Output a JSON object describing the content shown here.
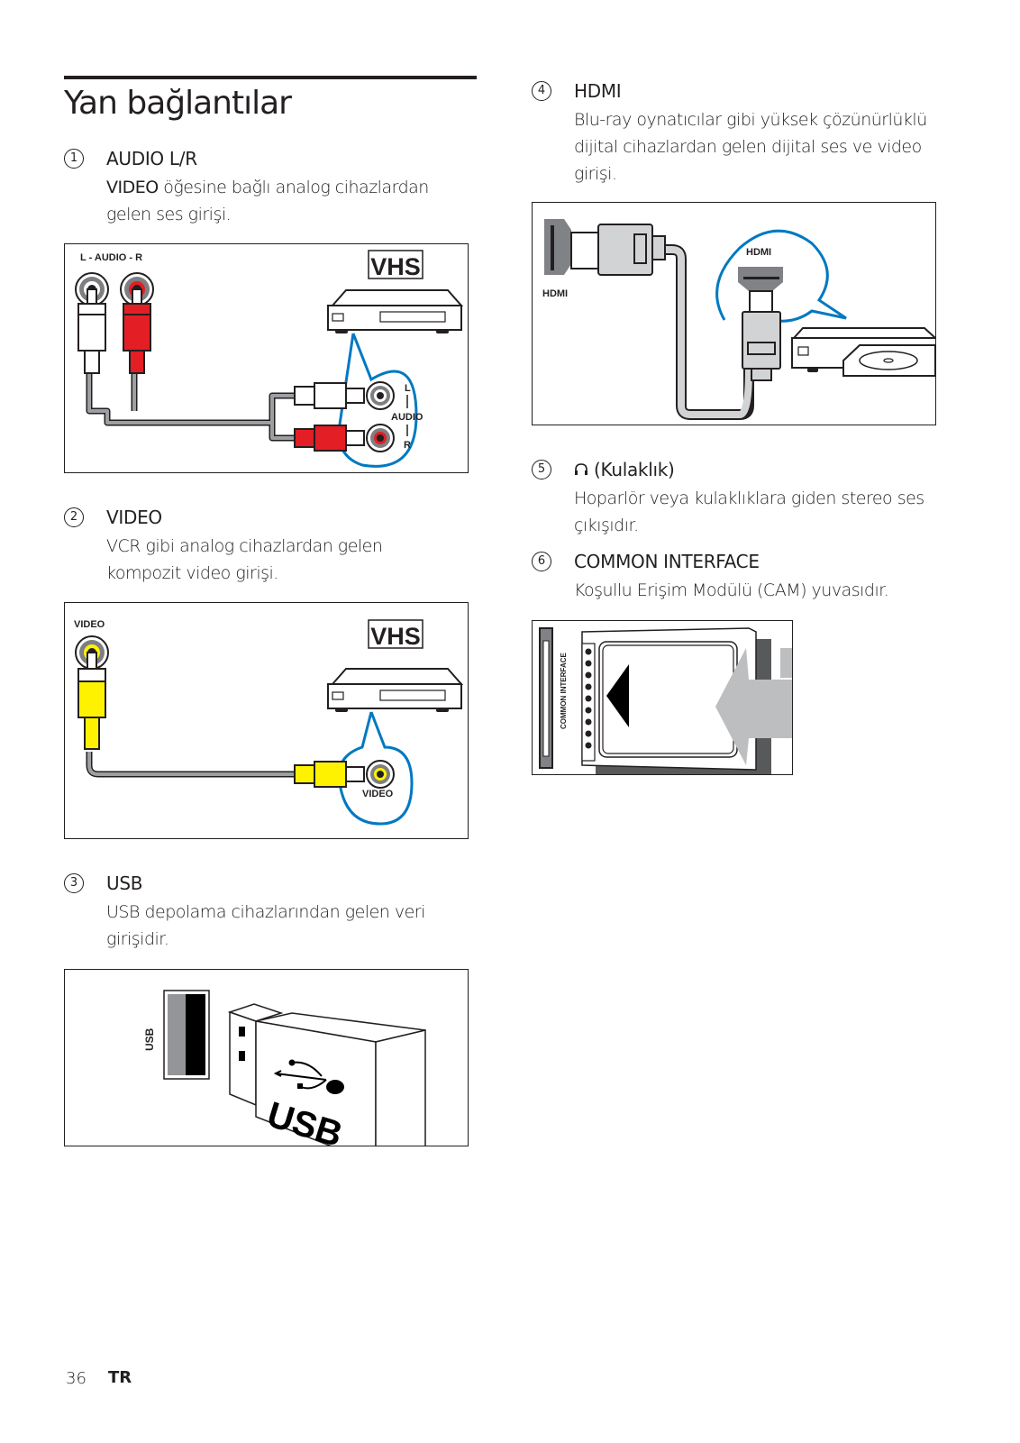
{
  "page": {
    "title": "Yan bağlantılar",
    "page_number": "36",
    "language": "TR"
  },
  "items": [
    {
      "number": "1",
      "title": "AUDIO L/R",
      "desc_bold": "VIDEO",
      "desc_lines": [
        " öğesine bağlı analog cihazlardan",
        "gelen ses girişi."
      ],
      "figure": {
        "tv_label": "L - AUDIO - R",
        "device_logo": "VHS",
        "callout_label_l": "L",
        "callout_label_audio": "AUDIO",
        "callout_label_r": "R",
        "colors": {
          "left": "#ffffff",
          "right": "#e31e24",
          "callout": "#0079c1",
          "cable": "#9d9fa2"
        }
      }
    },
    {
      "number": "2",
      "title": "VIDEO",
      "desc_lines": [
        "VCR gibi analog cihazlardan gelen",
        "kompozit video girişi."
      ],
      "figure": {
        "tv_label": "VIDEO",
        "device_logo": "VHS",
        "callout_label": "VIDEO",
        "colors": {
          "plug": "#fff200",
          "callout": "#0079c1",
          "cable": "#9d9fa2"
        }
      }
    },
    {
      "number": "3",
      "title": "USB",
      "desc_lines": [
        "USB depolama cihazlarından gelen veri",
        "girişidir."
      ],
      "figure": {
        "port_label": "USB",
        "stick_label": "USB"
      }
    },
    {
      "number": "4",
      "title": "HDMI",
      "desc_lines": [
        "Blu-ray oynatıcılar gibi yüksek çözünürlüklü",
        "dijital cihazlardan gelen dijital ses ve video",
        "girişi."
      ],
      "figure": {
        "tv_label": "HDMI",
        "callout_label": "HDMI",
        "colors": {
          "callout": "#0079c1",
          "plug": "#d1d3d4"
        }
      }
    },
    {
      "number": "5",
      "icon": "headphones-icon",
      "title": "(Kulaklık)",
      "desc_lines": [
        "Hoparlör veya kulaklıklara giden stereo ses",
        "çıkışıdır."
      ]
    },
    {
      "number": "6",
      "title": "COMMON INTERFACE",
      "desc_lines": [
        "Koşullu Erişim Modülü (CAM) yuvasıdır."
      ],
      "figure": {
        "slot_label": "COMMON INTERFACE"
      }
    }
  ]
}
